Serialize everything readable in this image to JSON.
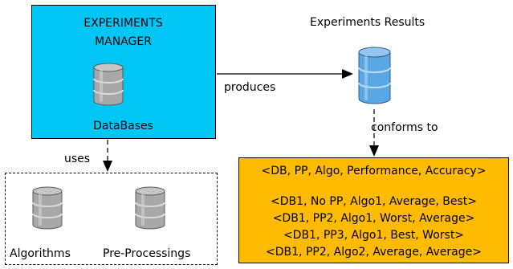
{
  "colors": {
    "manager_fill": "#00c6f5",
    "results_fill": "#ffbb00",
    "db_gray": "#a8a8a8",
    "db_blue": "#5aa7e6"
  },
  "manager": {
    "title_line1": "EXPERIMENTS",
    "title_line2": "MANAGER",
    "db_label": "DataBases"
  },
  "results_db": {
    "label": "Experiments Results"
  },
  "edges": {
    "produces": "produces",
    "conforms_to": "conforms to",
    "uses": "uses"
  },
  "resources": {
    "algorithms": "Algorithms",
    "preprocessings": "Pre-Processings"
  },
  "results_format": {
    "schema": "<DB, PP, Algo, Performance, Accuracy>",
    "rows": [
      "<DB1, No PP, Algo1, Average, Best>",
      "<DB1, PP2, Algo1, Worst, Average>",
      "<DB1, PP3, Algo1, Best, Worst>",
      "<DB1, PP2, Algo2, Average, Average>"
    ]
  }
}
